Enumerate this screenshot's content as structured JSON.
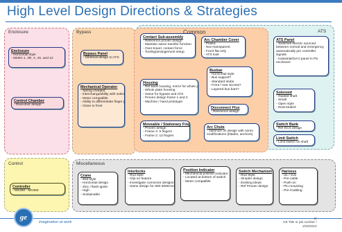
{
  "slide": {
    "title": "High Level Design Directions & Strategies",
    "tagline": "imagination at work",
    "footer_line1": "6/",
    "footer_line2": "GE Title or job number /",
    "footer_line3": "2/20/2010"
  },
  "regions": {
    "enclosure": "Enclosure",
    "bypass": "Bypass",
    "common": "Common",
    "ats": "ATS",
    "control": "Control",
    "misc": "Miscellaneous"
  },
  "boxes": {
    "enclosure_a": {
      "title": "Enclosure",
      "items": [
        "Horizontal style",
        "NEMA 1, 3R, 4, 4X, and 12"
      ]
    },
    "enclosure_b": {
      "title": "Control Chamber",
      "items": [
        "Dual-door design"
      ]
    },
    "bypass_a": {
      "title": "Bypass Panel",
      "items": [
        "Identical design to ATS"
      ]
    },
    "bypass_b": {
      "title": "Mechanical Operator",
      "items": [
        "Spring charged",
        "Interchangeability with solenoid",
        "Motor compatible",
        "Ability to differentiate finger positions",
        "Close to front"
      ]
    },
    "common_a": {
      "title": "Contact Sub-assembly",
      "items": [
        "Reference proven design",
        "Maintain same transfer function",
        "Over-travel, contact force",
        "Tooling/arrangement setup"
      ]
    },
    "common_b": {
      "title": "Arc Chamber Cover",
      "items": [
        "Plastic",
        "Non-transparent",
        "Front flat only",
        "ATS look"
      ]
    },
    "common_c": {
      "title": "Housing",
      "items": [
        "Ref back housing, mirror for whole panel",
        "Whole plate housing",
        "Same for bypass and ATS",
        "Proven design frame 1 and 2",
        "Machine / hand prototype"
      ]
    },
    "common_d": {
      "title": "Busbar",
      "items": [
        "Horizontal style",
        "Bus support?",
        "Standard stubs",
        "Front / rear access?",
        "Layered bus bars?"
      ]
    },
    "common_e": {
      "title": "Disconnect Flux",
      "items": [
        "Reference design"
      ]
    },
    "common_f": {
      "title": "Moveable / Stationary Finger",
      "items": [
        "Proven design",
        "Frame 2: 6 fingers",
        "Frame 2: 12 fingers"
      ]
    },
    "common_g": {
      "title": "Arc Chute",
      "items": [
        "Optimize on design with some modifications (blades, anchors)"
      ]
    },
    "ats_a": {
      "title": "ATS Panel",
      "items": [
        "Switches electric sourced between normal and emergency, automatically per controller signals",
        "Industrial/Ge'cl panel in PS enclosure"
      ]
    },
    "ats_b": {
      "title": "Solenoid",
      "items": [
        "Guided shaft",
        "Small",
        "Open style",
        "Dust-sealed"
      ]
    },
    "ats_c": {
      "title": "Switch Bank",
      "items": [
        "Ref ECS design"
      ]
    },
    "ats_d": {
      "title": "Limit Switch",
      "items": [
        "Limit switch on shaft"
      ]
    },
    "control_a": {
      "title": "Controller",
      "items": [
        "MX250 - MX350"
      ]
    },
    "misc_a": {
      "title": "Crane",
      "items": [
        "Zed style",
        "Horizontal design",
        "Zinc / flash-ignite",
        "High",
        "Sustainable"
      ]
    },
    "misc_b": {
      "title": "Interlocks",
      "items": [
        "Rod style",
        "Clip-on feature",
        "Investigate connector designs",
        "Same design for 800-3000Amp"
      ]
    },
    "misc_c": {
      "title": "Position Indicator",
      "items": [
        "Mechanical position indicator",
        "Located at bottom of switch",
        "Motor compatible"
      ]
    },
    "misc_d": {
      "title": "Switch Mechanism",
      "items": [
        "Rod Style",
        "Simpler design",
        "Existing Ideas",
        "Ref Proven design"
      ]
    },
    "misc_e": {
      "title": "Harness",
      "items": [
        "UL / cUL",
        "Pre-cable",
        "Push-on",
        "Pin mounting",
        "Pre-/Cabling"
      ]
    }
  }
}
